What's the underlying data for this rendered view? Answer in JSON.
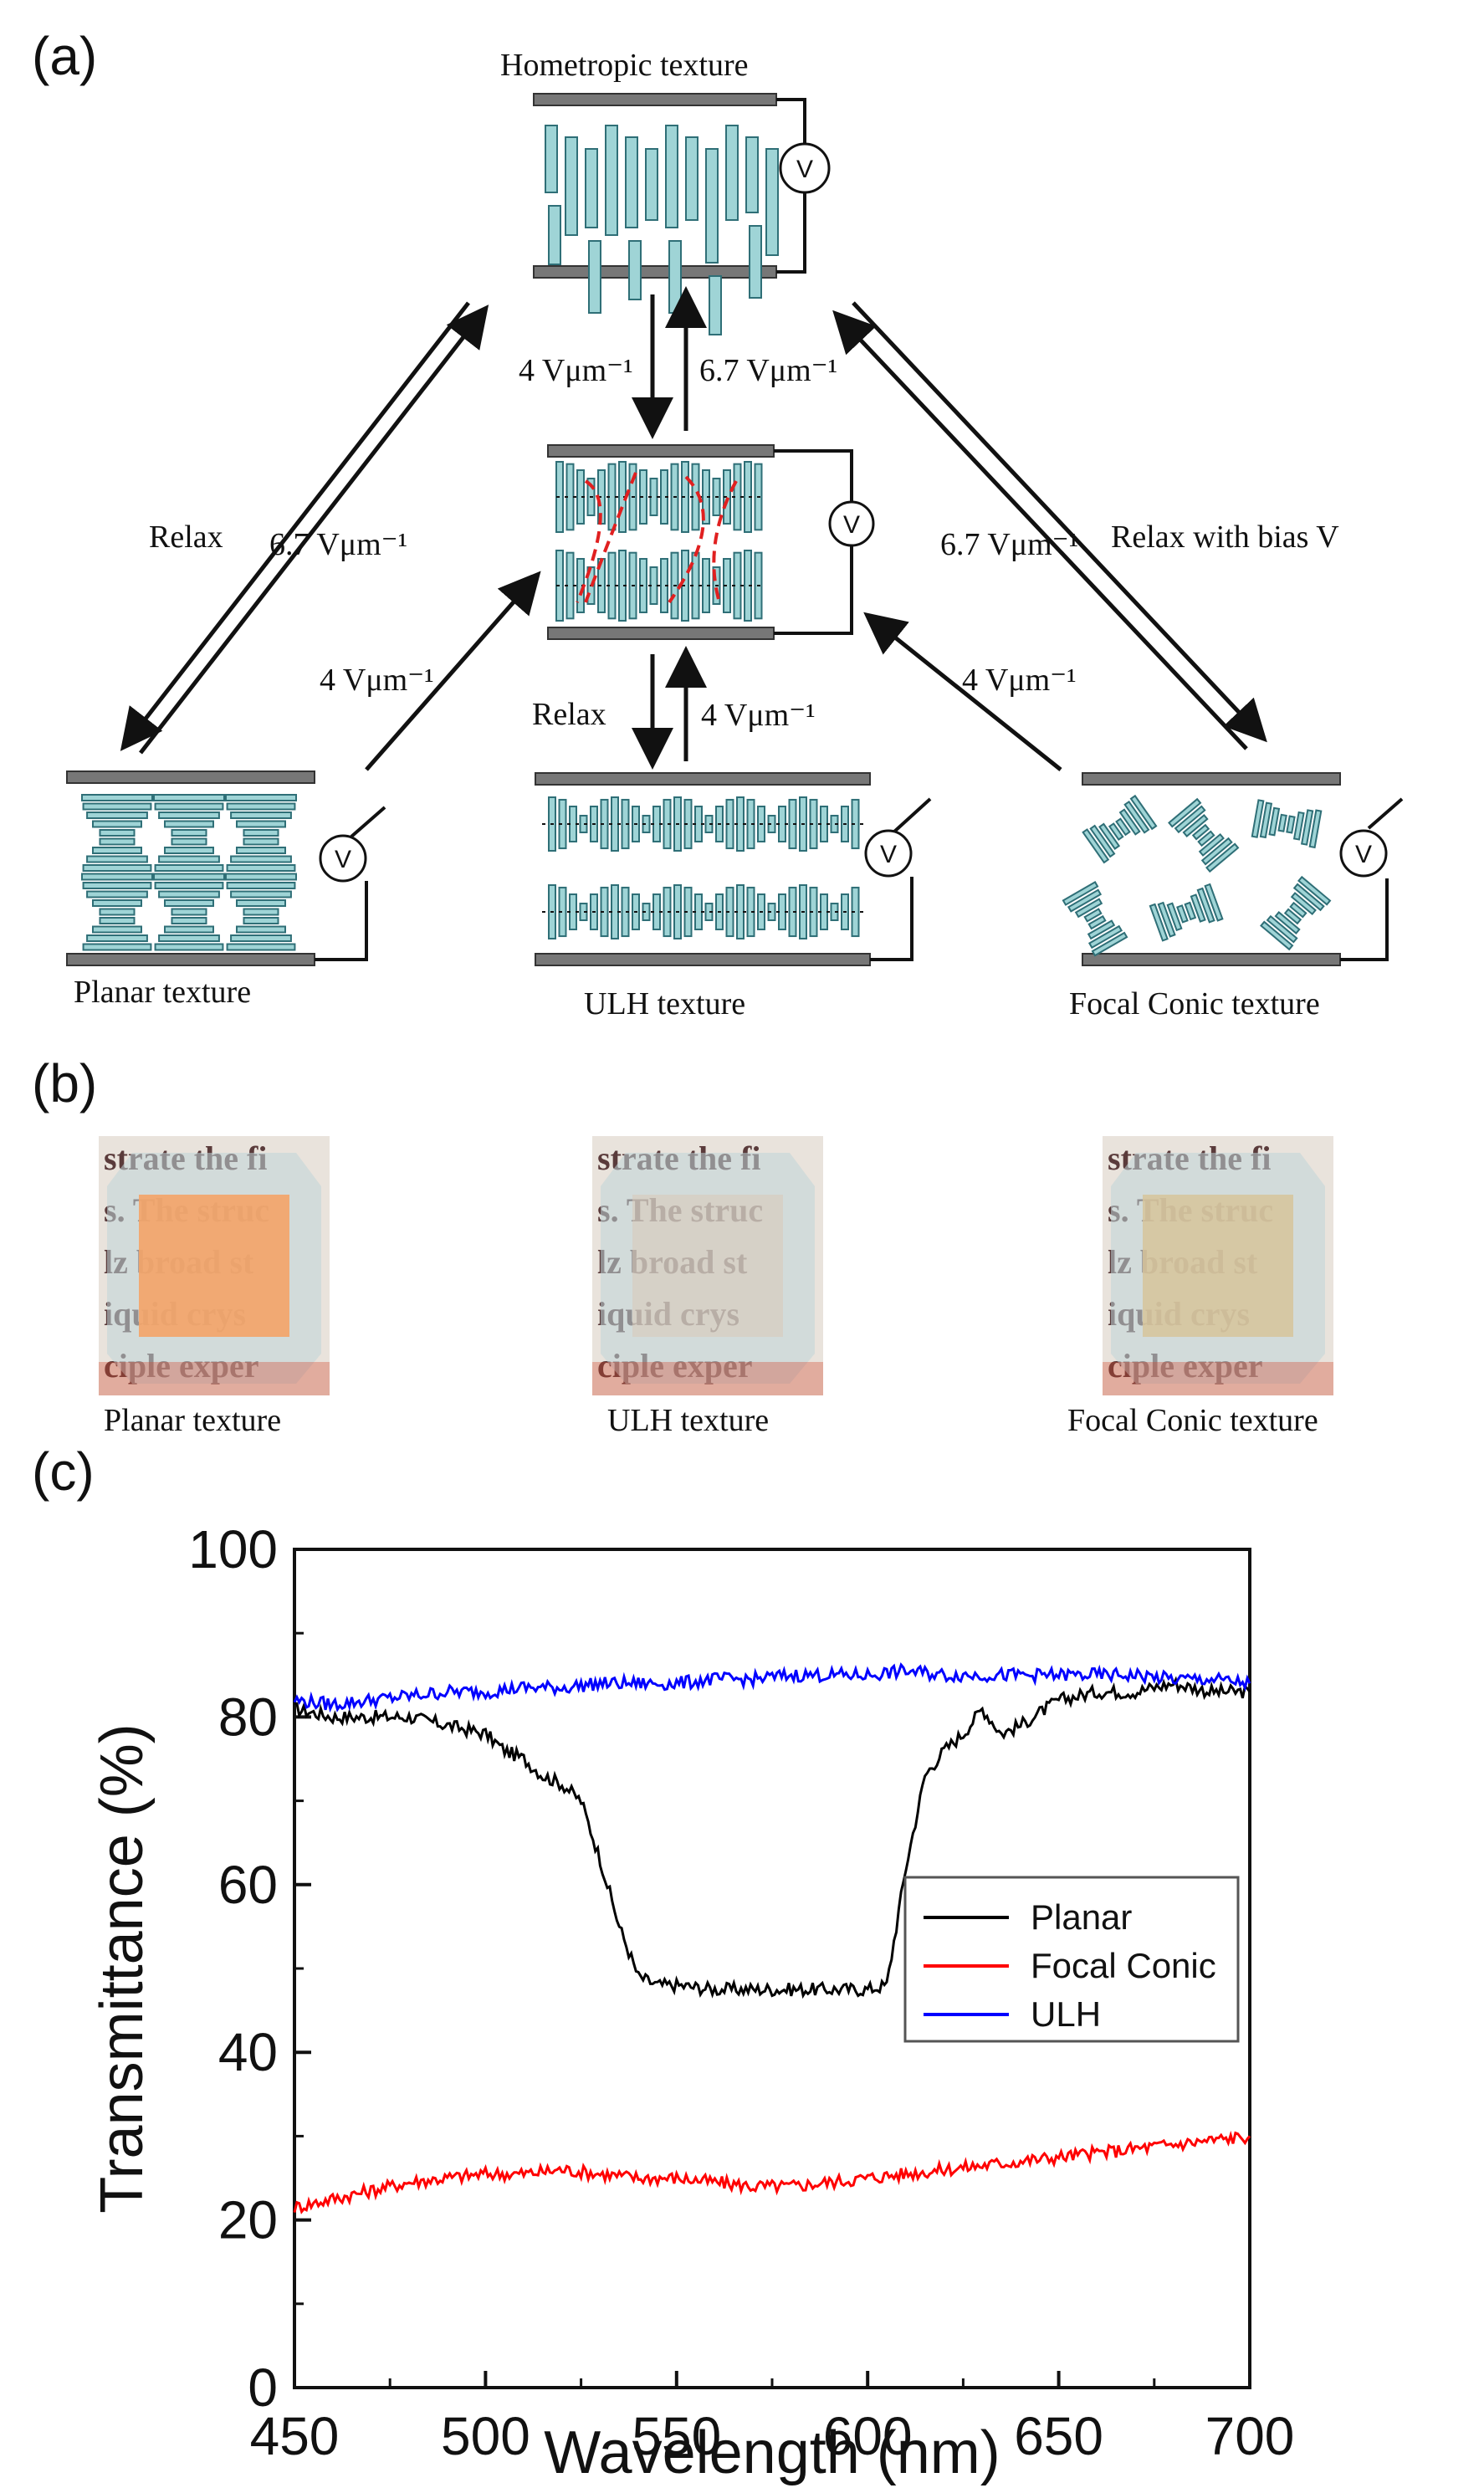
{
  "panel_letters": {
    "a": "(a)",
    "b": "(b)",
    "c": "(c)"
  },
  "panel_a": {
    "textures": {
      "homeotropic": "Hometropic texture",
      "planar": "Planar texture",
      "ulh": "ULH texture",
      "focal_conic": "Focal Conic texture"
    },
    "voltmeter_symbol": "V",
    "transitions": {
      "center_down": "4 Vμm⁻¹",
      "center_up": "6.7 Vμm⁻¹",
      "left_relax": "Relax",
      "left_field": "6.7 Vμm⁻¹",
      "right_field": "6.7 Vμm⁻¹",
      "right_relax": "Relax with bias V",
      "planar_to_mid": "4 Vμm⁻¹",
      "ulh_relax": "Relax",
      "ulh_field": "4 Vμm⁻¹",
      "focal_to_mid": "4 Vμm⁻¹"
    }
  },
  "panel_b": {
    "labels": [
      "Planar texture",
      "ULH texture",
      "Focal Conic texture"
    ],
    "photo_text_lines": [
      "strate the fi",
      "s. The struc",
      "lz broad st",
      "iquid crys",
      "ciple exper"
    ],
    "colors": {
      "planar_fill": "#f3a56a",
      "ulh_fill": "#d9c9b8",
      "focal_fill": "#d7c49a"
    }
  },
  "chart_data": {
    "type": "line",
    "xlabel": "Wavelength (nm)",
    "ylabel": "Transmittance (%)",
    "xlim": [
      450,
      700
    ],
    "ylim": [
      0,
      100
    ],
    "xticks": [
      450,
      500,
      550,
      600,
      650,
      700
    ],
    "yticks": [
      0,
      20,
      40,
      60,
      80,
      100
    ],
    "legend_position": "center-right",
    "series": [
      {
        "name": "Planar",
        "color": "#000000",
        "x": [
          450,
          460,
          470,
          480,
          490,
          500,
          505,
          510,
          515,
          520,
          525,
          530,
          535,
          540,
          545,
          550,
          560,
          570,
          580,
          590,
          600,
          605,
          610,
          615,
          620,
          625,
          630,
          635,
          640,
          650,
          660,
          670,
          680,
          690,
          700
        ],
        "y": [
          81,
          80,
          80,
          80,
          79,
          78,
          76,
          75,
          73,
          72,
          70,
          63,
          55,
          49,
          48,
          48,
          47.5,
          47.5,
          47.5,
          47.5,
          47.5,
          48,
          62,
          73,
          76,
          78,
          81,
          78,
          79,
          82,
          83,
          83,
          84,
          83,
          83
        ]
      },
      {
        "name": "Focal Conic",
        "color": "#ff0000",
        "x": [
          450,
          460,
          470,
          480,
          490,
          500,
          510,
          520,
          530,
          540,
          550,
          560,
          570,
          580,
          590,
          600,
          610,
          620,
          630,
          640,
          650,
          660,
          670,
          680,
          690,
          700
        ],
        "y": [
          21.5,
          22.5,
          23.5,
          24.5,
          25,
          25.5,
          25.5,
          26,
          25.5,
          25,
          25,
          24.5,
          24,
          24,
          24.5,
          25,
          25.5,
          26,
          26.5,
          27,
          27.5,
          28,
          28.5,
          29,
          29.5,
          30
        ]
      },
      {
        "name": "ULH",
        "color": "#0000ff",
        "x": [
          450,
          460,
          470,
          480,
          490,
          500,
          510,
          520,
          530,
          540,
          550,
          560,
          570,
          580,
          590,
          600,
          610,
          620,
          630,
          640,
          650,
          660,
          670,
          680,
          690,
          700
        ],
        "y": [
          82,
          81.5,
          82,
          82.5,
          83,
          83,
          83.5,
          83.5,
          84,
          84,
          84,
          84.5,
          84.5,
          85,
          85,
          85,
          85.5,
          85,
          85,
          85,
          85,
          85,
          85,
          84.5,
          84.5,
          84
        ]
      }
    ]
  }
}
